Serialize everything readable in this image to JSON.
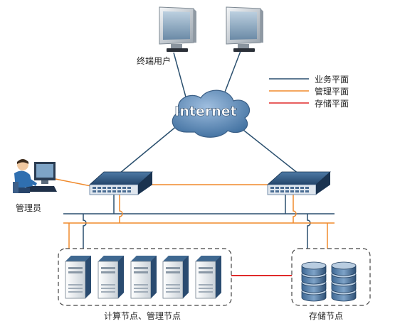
{
  "labels": {
    "end_users": "终端用户",
    "admin": "管理员",
    "internet": "Internet",
    "compute_nodes": "计算节点、管理节点",
    "storage_nodes": "存储节点"
  },
  "legend": [
    {
      "label": "业务平面",
      "color": "#2a4f6e"
    },
    {
      "label": "管理平面",
      "color": "#f08a2c"
    },
    {
      "label": "存储平面",
      "color": "#e02a2a"
    }
  ],
  "colors": {
    "business": "#2a4f6e",
    "management": "#f08a2c",
    "storage": "#e02a2a",
    "cloud": "#5f86b4",
    "device": "#2c4d72"
  }
}
